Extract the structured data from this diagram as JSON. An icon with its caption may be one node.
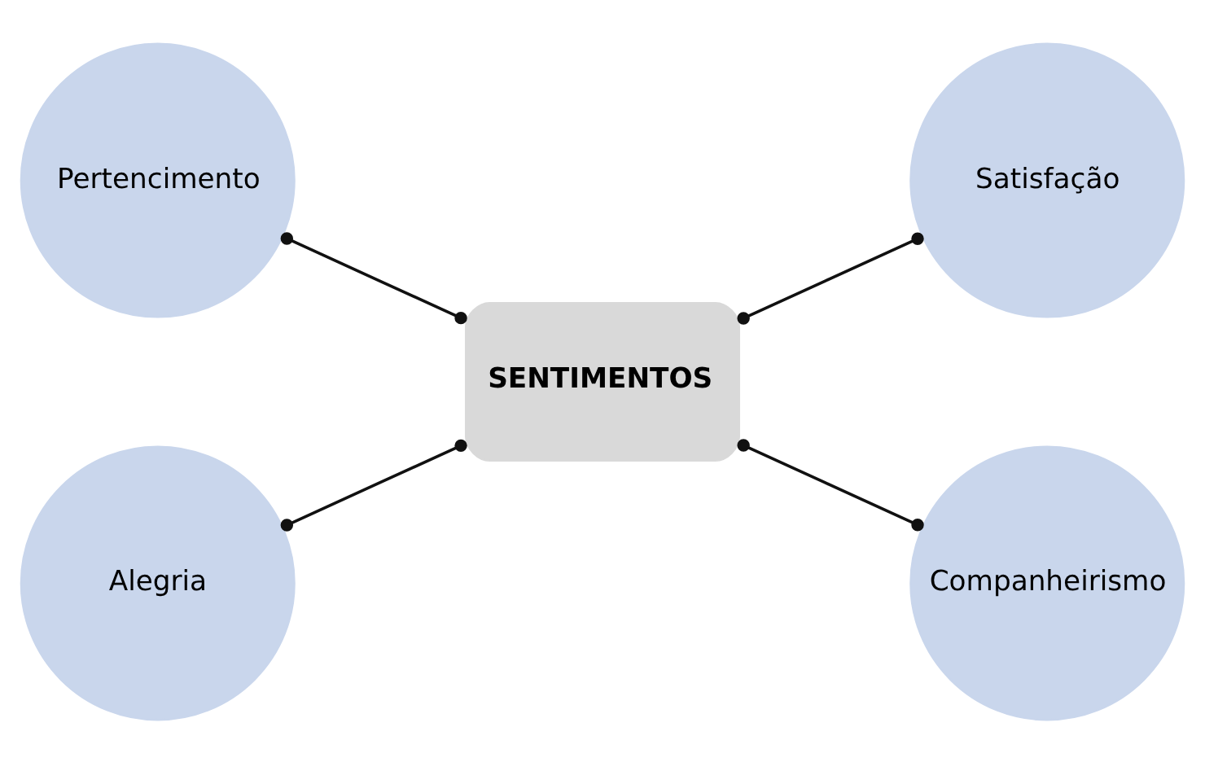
{
  "diagram": {
    "nodes": [
      {
        "text": [
          "SENTIMENTOS"
        ]
      },
      {
        "text": [
          "Pertencimento"
        ]
      },
      {
        "text": [
          "Alegria"
        ]
      },
      {
        "text": [
          "Satisfação"
        ]
      },
      {
        "text": [
          "Companheirismo"
        ]
      }
    ],
    "edges": [
      {
        "from": 1,
        "to": 0,
        "arrow": "other"
      },
      {
        "from": 2,
        "to": 0,
        "arrow": "other"
      },
      {
        "from": 0,
        "to": 3,
        "arrow": "other"
      },
      {
        "from": 0,
        "to": 4,
        "arrow": "other"
      }
    ]
  }
}
